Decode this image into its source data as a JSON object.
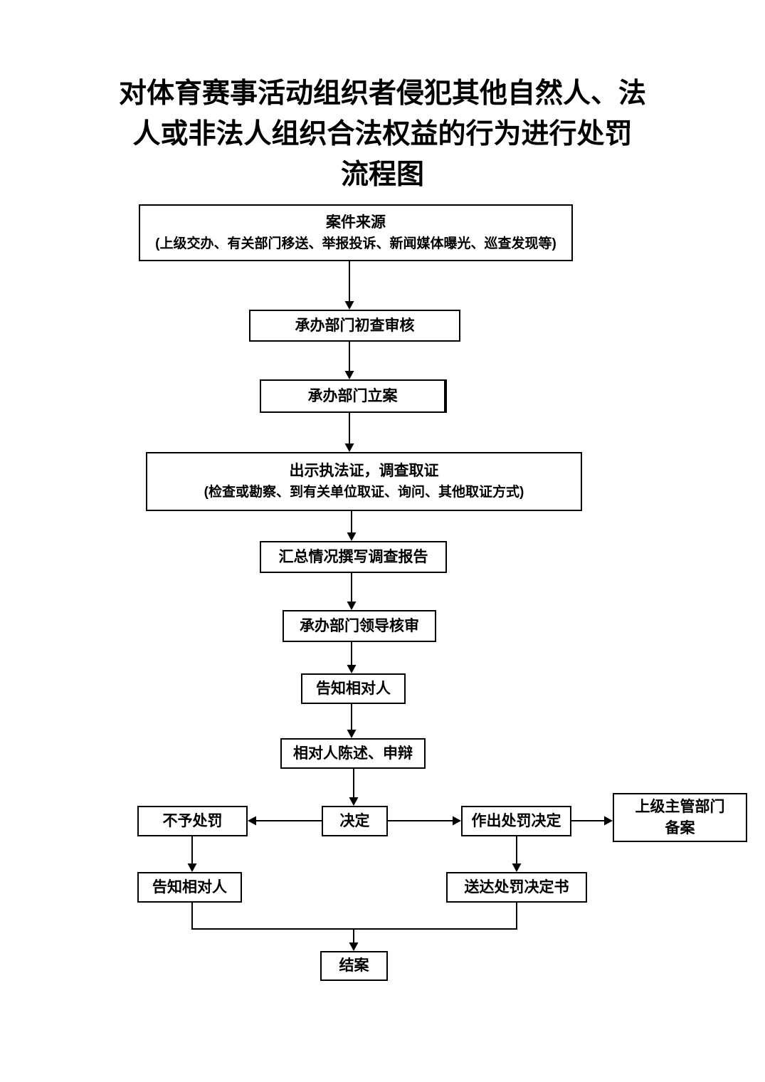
{
  "title": {
    "lines": [
      "对体育赛事活动组织者侵犯其他自然人、法",
      "人或非法人组织合法权益的行为进行处罚",
      "流程图"
    ]
  },
  "nodes": {
    "case_source": {
      "title": "案件来源",
      "detail": "(上级交办、有关部门移送、举报投诉、新闻媒体曝光、巡查发现等)"
    },
    "initial_review": {
      "label": "承办部门初查审核"
    },
    "case_filing": {
      "label": "承办部门立案"
    },
    "evidence_collection": {
      "title": "出示执法证，调查取证",
      "detail": "(检查或勘察、到有关单位取证、询问、其他取证方式)"
    },
    "investigation_report": {
      "label": "汇总情况撰写调查报告"
    },
    "leader_review": {
      "label": "承办部门领导核审"
    },
    "notify_party": {
      "label": "告知相对人"
    },
    "statement_defense": {
      "label": "相对人陈述、申辩"
    },
    "decision": {
      "label": "决定"
    },
    "no_penalty": {
      "label": "不予处罚"
    },
    "make_penalty_decision": {
      "label": "作出处罚决定"
    },
    "superior_filing": {
      "line1": "上级主管部门",
      "line2": "备案"
    },
    "notify_party_no_penalty": {
      "label": "告知相对人"
    },
    "deliver_decision": {
      "label": "送达处罚决定书"
    },
    "case_closed": {
      "label": "结案"
    }
  },
  "colors": {
    "line": "#000000",
    "background": "#ffffff",
    "text": "#000000"
  }
}
